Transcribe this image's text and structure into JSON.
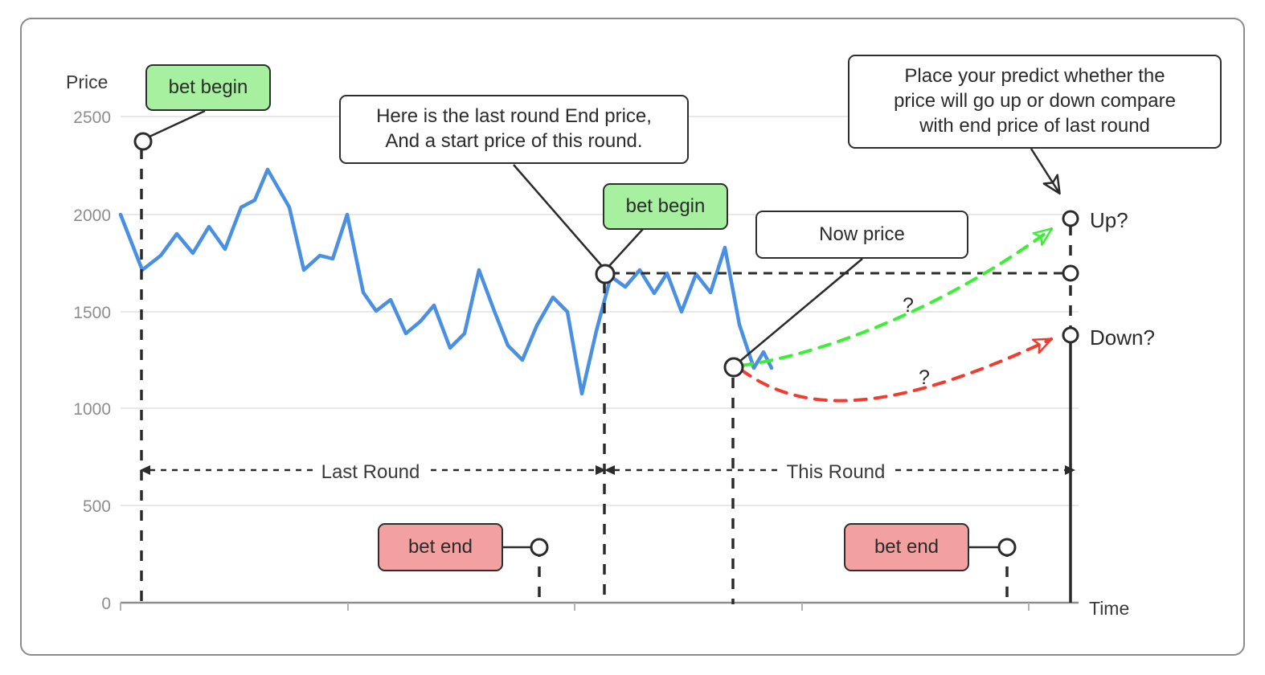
{
  "frame": {
    "border_color": "#8c8c8c"
  },
  "axes": {
    "y_title": "Price",
    "x_title": "Time",
    "y_ticks": [
      "2500",
      "2000",
      "1500",
      "1000",
      "500",
      "0"
    ],
    "y_tick_values": [
      2500,
      2000,
      1500,
      1000,
      500,
      0
    ],
    "grid": true
  },
  "callouts": {
    "bet_begin_1": "bet begin",
    "bet_begin_2": "bet begin",
    "bet_end_1": "bet end",
    "bet_end_2": "bet end",
    "last_round_end_price": "Here is the last round End price,\nAnd a start price of this round.",
    "last_round_end_price_line1": "Here is the last round End price,",
    "last_round_end_price_line2": "And a start price of this round.",
    "now_price": "Now price",
    "predict_line1": "Place your predict whether the",
    "predict_line2": "price will go up or down compare",
    "predict_line3": "with end price of last round"
  },
  "annotations": {
    "last_round": "Last Round",
    "this_round": "This Round",
    "question_up": "?",
    "question_down": "?",
    "up_label": "Up?",
    "down_label": "Down?"
  },
  "colors": {
    "price_line": "#4a90e2",
    "up_curve": "#3bf034",
    "down_curve": "#f23b30",
    "bet_begin_fill": "#a6f0a0",
    "bet_end_fill": "#f2a0a0",
    "grid": "#e6e6e6",
    "axis": "#8d8d8d",
    "ink": "#2b2b2b"
  },
  "chart_data": {
    "type": "line",
    "title": "",
    "xlabel": "Time",
    "ylabel": "Price",
    "ylim": [
      0,
      2600
    ],
    "grid": true,
    "legend": "none",
    "series": [
      {
        "name": "Price",
        "color": "#4a90e2",
        "values": [
          2000,
          1715,
          1790,
          1900,
          1800,
          1935,
          1820,
          2105,
          2140,
          2300,
          1960,
          1710,
          1790,
          1770,
          2000,
          1600,
          1510,
          1570,
          1420,
          1480,
          1560,
          1380,
          1420,
          1750,
          1490,
          1320,
          1250,
          1430,
          1560,
          1480,
          1060,
          1400,
          1680,
          1620,
          1710,
          1600,
          1700,
          1500,
          1700,
          1610,
          1840,
          1440,
          1220,
          1300,
          1220
        ]
      }
    ],
    "markers": [
      {
        "name": "bet-begin-1",
        "price": 2380,
        "label": "bet begin"
      },
      {
        "name": "last-round-end",
        "price": 1700,
        "label": "bet begin"
      },
      {
        "name": "now-price",
        "price": 1220,
        "label": "Now price"
      },
      {
        "name": "up-target",
        "price": 1990,
        "label": "Up?"
      },
      {
        "name": "reference-end",
        "price": 1700,
        "label": ""
      },
      {
        "name": "down-target",
        "price": 1390,
        "label": "Down?"
      },
      {
        "name": "bet-end-1",
        "price": 300,
        "label": "bet end"
      },
      {
        "name": "bet-end-2",
        "price": 300,
        "label": "bet end"
      }
    ],
    "prediction_curves": [
      {
        "name": "up",
        "color": "#3bf034",
        "from_price": 1220,
        "to_price": 1990,
        "style": "dashed",
        "marker": "?"
      },
      {
        "name": "down",
        "color": "#f23b30",
        "from_price": 1220,
        "to_price": 1390,
        "style": "dashed",
        "marker": "?"
      }
    ],
    "rounds": [
      {
        "name": "Last Round",
        "start_price_marker": "bet begin",
        "end_price_marker": "bet end"
      },
      {
        "name": "This Round",
        "start_price_marker": "bet begin",
        "end_price_marker": "bet end"
      }
    ]
  }
}
